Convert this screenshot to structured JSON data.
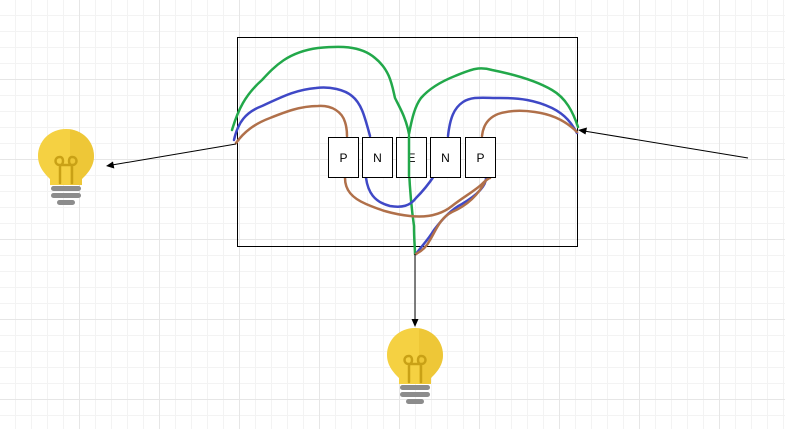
{
  "terminals": [
    "P",
    "N",
    "E",
    "N",
    "P"
  ],
  "colors": {
    "green_wire": "#22a84a",
    "blue_wire": "#3f48c6",
    "brown_wire": "#b0704a",
    "bulb_glass": "#f5d142",
    "bulb_glass_shade": "#e8c030",
    "bulb_filament": "#c9a116",
    "bulb_base": "#8c8c8c",
    "box_border": "#000000"
  },
  "bulbs": [
    {
      "id": "left",
      "icon": "lightbulb-icon"
    },
    {
      "id": "bottom",
      "icon": "lightbulb-icon"
    }
  ]
}
